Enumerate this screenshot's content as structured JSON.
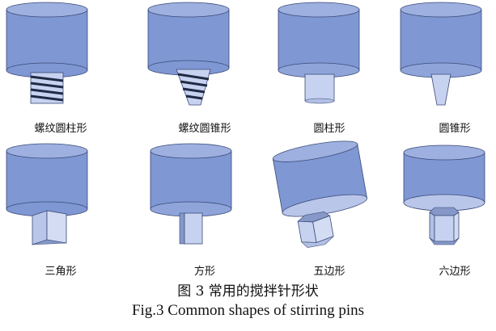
{
  "figure": {
    "panels": [
      {
        "label": "螺纹圆柱形",
        "shape": "threaded-cylinder"
      },
      {
        "label": "螺纹圆锥形",
        "shape": "threaded-cone"
      },
      {
        "label": "圆柱形",
        "shape": "cylinder"
      },
      {
        "label": "圆锥形",
        "shape": "cone"
      },
      {
        "label": "三角形",
        "shape": "triangle"
      },
      {
        "label": "方形",
        "shape": "square"
      },
      {
        "label": "五边形",
        "shape": "pentagon"
      },
      {
        "label": "六边形",
        "shape": "hexagon"
      }
    ],
    "caption_cn": "图 3  常用的搅拌针形状",
    "caption_en": "Fig.3  Common shapes of stirring pins"
  },
  "colors": {
    "shoulder_fill": "#7f97d3",
    "shoulder_top": "#9db0df",
    "pin_fill": "#b9c6ea",
    "pin_dark": "#8598c8",
    "outline": "#3a4a78"
  }
}
